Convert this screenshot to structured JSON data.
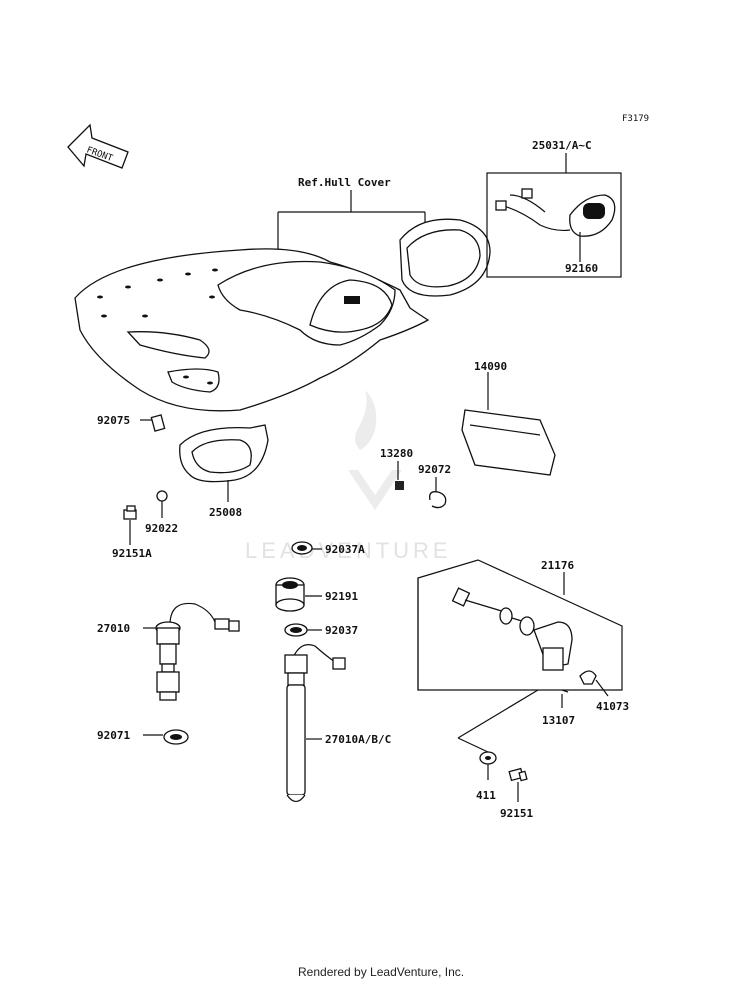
{
  "figure_code": "F3179",
  "front_label": "FRONT",
  "ref_label": "Ref.Hull Cover",
  "watermark": "LEADVENTURE",
  "footer": "Rendered by LeadVenture, Inc.",
  "parts": {
    "p25031": "25031/A~C",
    "p92160": "92160",
    "p14090": "14090",
    "p92075": "92075",
    "p13280": "13280",
    "p92072": "92072",
    "p25008": "25008",
    "p92022": "92022",
    "p92151A": "92151A",
    "p92037A": "92037A",
    "p21176": "21176",
    "p92191": "92191",
    "p27010": "27010",
    "p92037": "92037",
    "p41073": "41073",
    "p13107": "13107",
    "p92071": "92071",
    "p27010ABC": "27010A/B/C",
    "p411": "411",
    "p92151": "92151"
  }
}
